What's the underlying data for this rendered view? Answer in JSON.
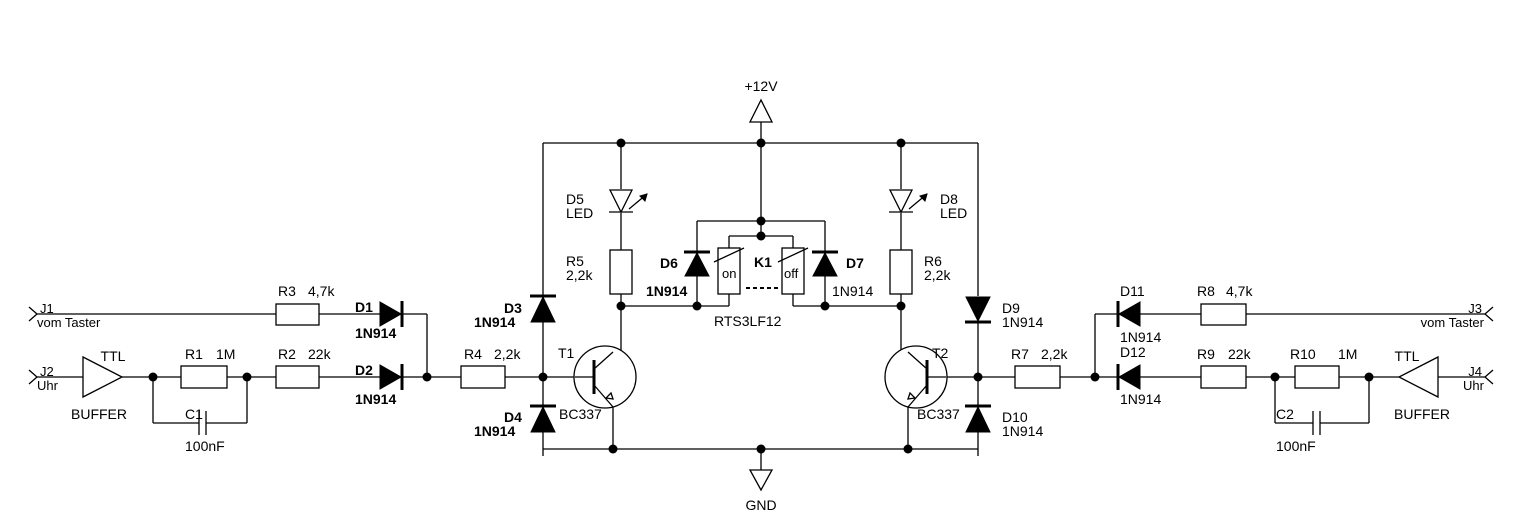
{
  "supply": {
    "vcc": "+12V",
    "gnd": "GND"
  },
  "inputs": {
    "j1": {
      "ref": "J1",
      "desc": "vom Taster"
    },
    "j2": {
      "ref": "J2",
      "desc": "Uhr"
    },
    "j3": {
      "ref": "J3",
      "desc": "vom Taster"
    },
    "j4": {
      "ref": "J4",
      "desc": "Uhr"
    }
  },
  "buffers": {
    "left": {
      "type": "TTL",
      "name": "BUFFER"
    },
    "right": {
      "type": "TTL",
      "name": "BUFFER"
    }
  },
  "resistors": {
    "r1": {
      "ref": "R1",
      "value": "1M"
    },
    "r2": {
      "ref": "R2",
      "value": "22k"
    },
    "r3": {
      "ref": "R3",
      "value": "4,7k"
    },
    "r4": {
      "ref": "R4",
      "value": "2,2k"
    },
    "r5": {
      "ref": "R5",
      "value": "2,2k"
    },
    "r6": {
      "ref": "R6",
      "value": "2,2k"
    },
    "r7": {
      "ref": "R7",
      "value": "2,2k"
    },
    "r8": {
      "ref": "R8",
      "value": "4,7k"
    },
    "r9": {
      "ref": "R9",
      "value": "22k"
    },
    "r10": {
      "ref": "R10",
      "value": "1M"
    }
  },
  "capacitors": {
    "c1": {
      "ref": "C1",
      "value": "100nF"
    },
    "c2": {
      "ref": "C2",
      "value": "100nF"
    }
  },
  "diodes": {
    "d1": {
      "ref": "D1",
      "value": "1N914"
    },
    "d2": {
      "ref": "D2",
      "value": "1N914"
    },
    "d3": {
      "ref": "D3",
      "value": "1N914"
    },
    "d4": {
      "ref": "D4",
      "value": "1N914"
    },
    "d5": {
      "ref": "D5",
      "value": "LED"
    },
    "d6": {
      "ref": "D6",
      "value": "1N914"
    },
    "d7": {
      "ref": "D7",
      "value": "1N914"
    },
    "d8": {
      "ref": "D8",
      "value": "LED"
    },
    "d9": {
      "ref": "D9",
      "value": "1N914"
    },
    "d10": {
      "ref": "D10",
      "value": "1N914"
    },
    "d11": {
      "ref": "D11",
      "value": "1N914"
    },
    "d12": {
      "ref": "D12",
      "value": "1N914"
    }
  },
  "transistors": {
    "t1": {
      "ref": "T1",
      "value": "BC337"
    },
    "t2": {
      "ref": "T2",
      "value": "BC337"
    }
  },
  "relay": {
    "ref": "K1",
    "value": "RTS3LF12",
    "coil_on": "on",
    "coil_off": "off"
  }
}
